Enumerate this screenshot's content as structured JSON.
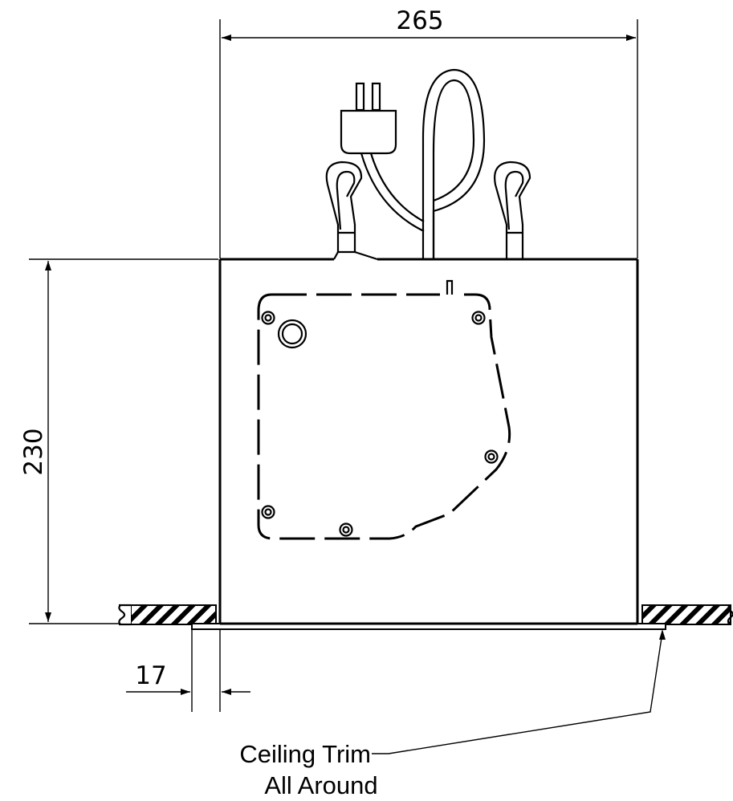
{
  "dimensions": {
    "width": "265",
    "height": "230",
    "trim": "17"
  },
  "callout": {
    "line1": "Ceiling Trim",
    "line2": "All Around"
  }
}
